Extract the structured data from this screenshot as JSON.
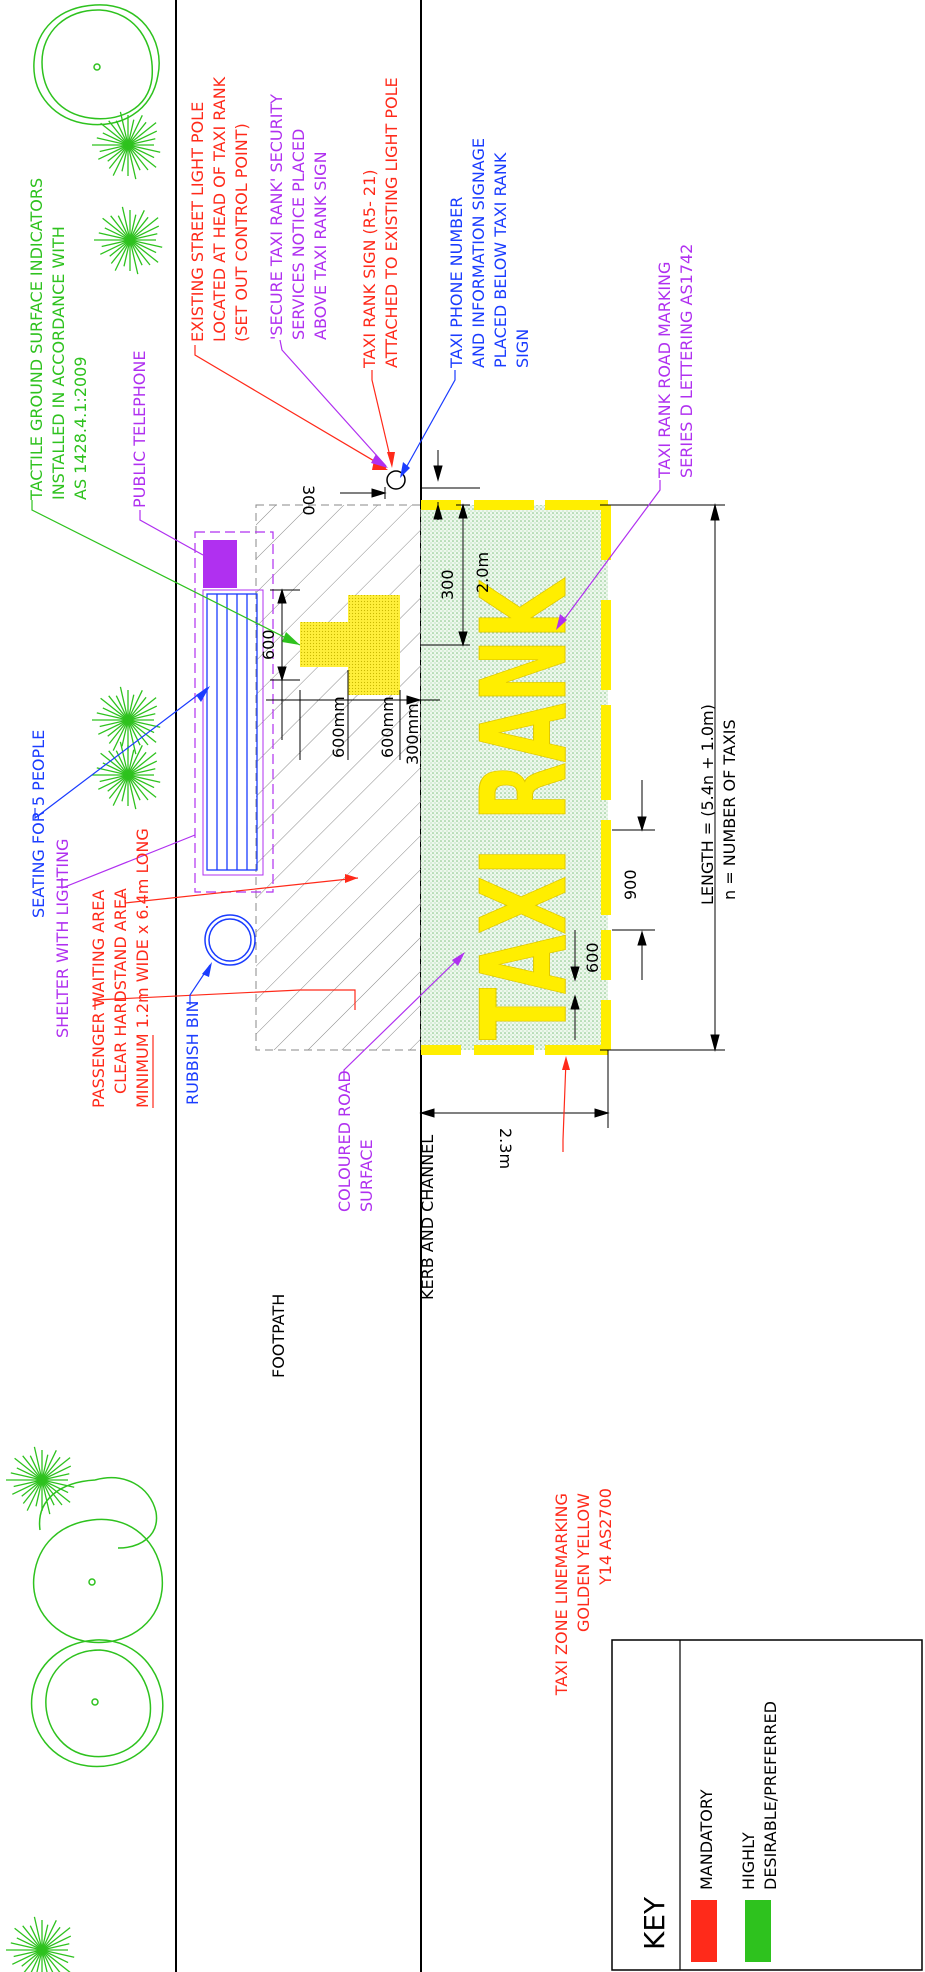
{
  "colors": {
    "red": "#ff2a1a",
    "green": "#2ec21e",
    "blue": "#1a3cff",
    "purple": "#b030f0",
    "yellow": "#ffee00",
    "black": "#000000",
    "gray": "#888888"
  },
  "annotations": {
    "tactile": [
      "TACTILE GROUND SURFACE INDICATORS",
      "INSTALLED IN ACCORDANCE WITH",
      "AS 1428.4.1:2009"
    ],
    "telephone": [
      "PUBLIC TELEPHONE"
    ],
    "light_pole": [
      "EXISTING STREET LIGHT POLE",
      "LOCATED AT HEAD OF TAXI RANK",
      "(SET OUT CONTROL POINT)"
    ],
    "security": [
      "'SECURE TAXI RANK' SECURITY",
      "SERVICES NOTICE PLACED",
      "ABOVE TAXI RANK SIGN"
    ],
    "rank_sign": [
      "TAXI RANK SIGN (R5- 21)",
      "ATTACHED TO EXISTING LIGHT POLE"
    ],
    "phone_sign": [
      "TAXI PHONE NUMBER",
      "AND INFORMATION SIGNAGE",
      "PLACED BELOW TAXI RANK",
      "SIGN"
    ],
    "road_marking": [
      "TAXI RANK ROAD MARKING",
      "SERIES D LETTERING AS1742"
    ],
    "seating": [
      "SEATING FOR 5 PEOPLE"
    ],
    "shelter": [
      "SHELTER WITH LIGHTING"
    ],
    "waiting": [
      "PASSENGER WAITING AREA",
      "CLEAR HARDSTAND AREA",
      "MINIMUM 1.2m WIDE x 6.4m LONG"
    ],
    "bin": [
      "RUBBISH BIN"
    ],
    "coloured": [
      "COLOURED ROAD",
      "SURFACE"
    ],
    "footpath": "FOOTPATH",
    "kerb": "KERB AND CHANNEL",
    "linemarking": [
      "TAXI ZONE LINEMARKING",
      "GOLDEN YELLOW",
      "Y14 AS2700"
    ]
  },
  "dimensions": {
    "d300_top": "300",
    "d300_right": "300",
    "d2m": "2.0m",
    "d600": "600",
    "d600mm_a": "600mm",
    "d600mm_b": "600mm",
    "d300mm": "300mm",
    "d900": "900",
    "d600_gap": "600",
    "d2_3m": "2.3m",
    "length_formula": "LENGTH = (5.4n + 1.0m)",
    "length_note": "n = NUMBER OF TAXIS"
  },
  "road_text": "TAXI RANK",
  "key": {
    "title": "KEY",
    "items": [
      {
        "label": "MANDATORY"
      },
      {
        "label": "HIGHLY",
        "label2": "DESIRABLE/PREFERRED"
      }
    ]
  }
}
